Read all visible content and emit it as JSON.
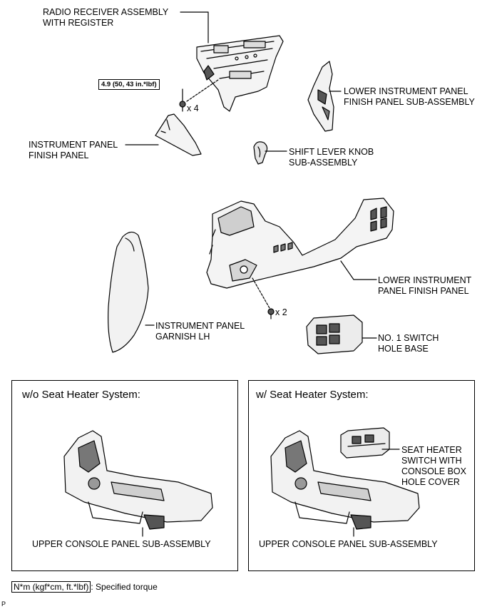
{
  "labels": {
    "radio_receiver": [
      "RADIO RECEIVER ASSEMBLY",
      "WITH REGISTER"
    ],
    "lower_ip_finish_sub": [
      "LOWER INSTRUMENT PANEL",
      "FINISH PANEL SUB-ASSEMBLY"
    ],
    "ip_finish_panel": [
      "INSTRUMENT PANEL",
      "FINISH PANEL"
    ],
    "shift_lever_knob": [
      "SHIFT LEVER KNOB",
      "SUB-ASSEMBLY"
    ],
    "lower_ip_finish": [
      "LOWER INSTRUMENT",
      "PANEL FINISH PANEL"
    ],
    "ip_garnish_lh": [
      "INSTRUMENT PANEL",
      "GARNISH LH"
    ],
    "no1_switch_hole_base": [
      "NO. 1 SWITCH",
      "HOLE BASE"
    ],
    "seat_heater_switch": [
      "SEAT HEATER",
      "SWITCH WITH",
      "CONSOLE BOX",
      "HOLE COVER"
    ]
  },
  "torque": "4.9 (50, 43 in.*lbf)",
  "quantities": {
    "radio_screws": "x 4",
    "lower_panel_screws": "x 2"
  },
  "panels": {
    "left": {
      "title": "w/o Seat Heater System:",
      "part": "UPPER CONSOLE PANEL SUB-ASSEMBLY"
    },
    "right": {
      "title": "w/ Seat Heater System:",
      "part": "UPPER CONSOLE PANEL SUB-ASSEMBLY"
    }
  },
  "legend": {
    "unit": "N*m (kgf*cm, ft.*lbf)",
    "text": ": Specified torque"
  },
  "corner_mark": "P"
}
